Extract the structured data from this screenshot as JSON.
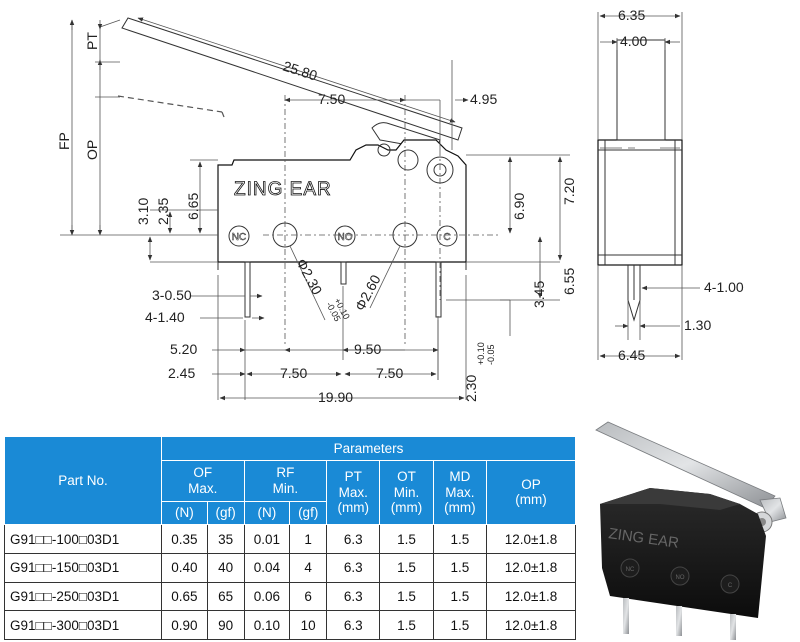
{
  "drawing": {
    "brand": "ZING EAR",
    "terminal_labels": [
      "NC",
      "NO",
      "C"
    ],
    "side_dims": [
      "PT",
      "FP",
      "OP"
    ],
    "dims": {
      "d1": "25.80",
      "d2": "7.50",
      "d3": "4.95",
      "d4": "6.65",
      "d5": "2.35",
      "d6": "3.10",
      "d7": "6.90",
      "d8": "7.20",
      "d9": "6.55",
      "d10": "3.45",
      "d11": "3-0.50",
      "d12": "4-1.40",
      "d13": "5.20",
      "d14": "9.50",
      "d15": "2.45",
      "d16": "7.50",
      "d17": "7.50",
      "d18": "19.90",
      "d19": "Φ2.60",
      "d20_main": "Φ2.30",
      "d20_tol_top": "+0.10",
      "d20_tol_bot": "-0.05",
      "d21_main": "2.30",
      "d21_tol_top": "+0.10",
      "d21_tol_bot": "-0.05",
      "d22": "6.35",
      "d23": "4.00",
      "d24": "4-1.00",
      "d25": "1.30",
      "d26": "6.45"
    }
  },
  "table": {
    "group_header": "Parameters",
    "part_no_header": "Part No.",
    "of_header": [
      "OF",
      "Max."
    ],
    "rf_header": [
      "RF",
      "Min."
    ],
    "pt_header": [
      "PT",
      "Max.",
      "(mm)"
    ],
    "ot_header": [
      "OT",
      "Min.",
      "(mm)"
    ],
    "md_header": [
      "MD",
      "Max.",
      "(mm)"
    ],
    "op_header": [
      "OP",
      "(mm)"
    ],
    "unit_n": "(N)",
    "unit_gf": "(gf)",
    "rows": [
      [
        "G91□□-100□03D1",
        "0.35",
        "35",
        "0.01",
        "1",
        "6.3",
        "1.5",
        "1.5",
        "12.0±1.8"
      ],
      [
        "G91□□-150□03D1",
        "0.40",
        "40",
        "0.04",
        "4",
        "6.3",
        "1.5",
        "1.5",
        "12.0±1.8"
      ],
      [
        "G91□□-250□03D1",
        "0.65",
        "65",
        "0.06",
        "6",
        "6.3",
        "1.5",
        "1.5",
        "12.0±1.8"
      ],
      [
        "G91□□-300□03D1",
        "0.90",
        "90",
        "0.10",
        "10",
        "6.3",
        "1.5",
        "1.5",
        "12.0±1.8"
      ]
    ]
  },
  "photo": {
    "brand": "ZING EAR",
    "terminal_labels": [
      "NC",
      "NO",
      "C"
    ]
  }
}
